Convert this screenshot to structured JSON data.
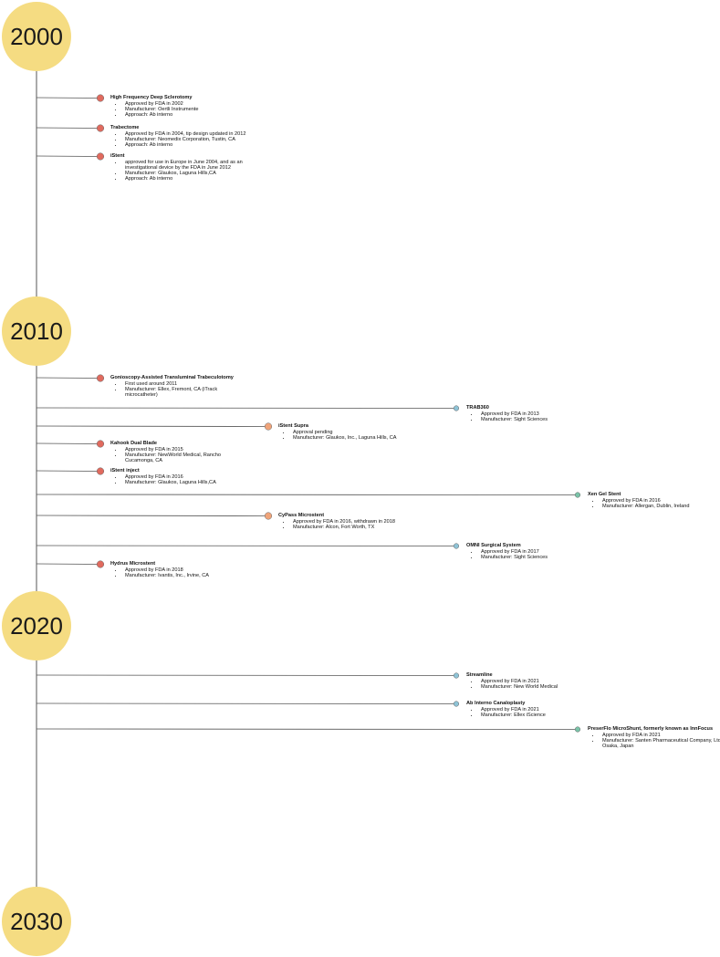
{
  "decades": [
    "2000",
    "2010",
    "2020",
    "2030"
  ],
  "colors": {
    "decade_fill": "#f5dc82",
    "dot_red": "#e06a5e",
    "dot_orange": "#f0a47a",
    "dot_blue": "#8ec3d6",
    "dot_teal": "#7ac3a8",
    "line": "#555555"
  },
  "events": [
    {
      "title": "High Frequency Deep Sclerotomy",
      "color": "red",
      "tier": 1,
      "bullets": [
        "Approved by FDA in 2002",
        "Manufacturer: Oertli Instrumente",
        "Approach: Ab interno"
      ]
    },
    {
      "title": "Trabectome",
      "color": "red",
      "tier": 1,
      "bullets": [
        "Approved by FDA in 2004,  tip design updated in 2012",
        "Manufacturer: Neomedix Corporation, Tustin, CA",
        "Approach: Ab interno"
      ]
    },
    {
      "title": "iStent",
      "color": "red",
      "tier": 1,
      "bullets": [
        "approved for use in Europe in June 2004, and as an investigational device by the FDA in June 2012",
        "Manufacturer: Glaukos, Laguna Hills,CA",
        "Approach: Ab interno"
      ]
    },
    {
      "title": "Gonioscopy-Assisted Transluminal Trabeculotomy",
      "color": "red",
      "tier": 1,
      "bullets": [
        "First used around 2011",
        "Manufacturer: Ellex, Fremont, CA (iTrack microcatheter)"
      ]
    },
    {
      "title": "TRAB360",
      "color": "blue",
      "tier": 3,
      "bullets": [
        "Approved by FDA in 2013",
        "Manufacturer: Sight Sciences"
      ]
    },
    {
      "title": "iStent Supra",
      "color": "orange",
      "tier": 2,
      "bullets": [
        "Approval pending",
        "Manufacturer: Glaukos, Inc., Laguna Hills, CA"
      ]
    },
    {
      "title": "Kahook Dual Blade",
      "color": "red",
      "tier": 1,
      "bullets": [
        "Approved by FDA in 2015",
        "Manufacturer: NewWorld Medical, Rancho Cucamonga, CA"
      ]
    },
    {
      "title": "iStent inject",
      "color": "red",
      "tier": 1,
      "bullets": [
        "Approved by FDA in 2016",
        "Manufacturer: Glaukos, Laguna Hills,CA"
      ]
    },
    {
      "title": "Xen Gel Stent",
      "color": "teal",
      "tier": 4,
      "bullets": [
        "Approved by FDA in 2016",
        "Manufacturer: Allergan, Dublin, Ireland"
      ]
    },
    {
      "title": "CyPass Microstent",
      "color": "orange",
      "tier": 2,
      "bullets": [
        "Approved by FDA in 2016, withdrawn in 2018",
        "Manufacturer: Alcon, Fort Worth, TX"
      ]
    },
    {
      "title": "OMNI Surgical System",
      "color": "blue",
      "tier": 3,
      "bullets": [
        "Approved by FDA in 2017",
        "Manufacturer: Sight Sciences"
      ]
    },
    {
      "title": "Hydrus Microstent",
      "color": "red",
      "tier": 1,
      "bullets": [
        "Approved by FDA in 2018",
        "Manufacturer: Ivantis, Inc., Irvine, CA"
      ]
    },
    {
      "title": "Streamline",
      "color": "blue",
      "tier": 3,
      "bullets": [
        "Approved by FDA in 2021",
        "Manufacturer: New World Medical"
      ]
    },
    {
      "title": "Ab Interno Canaloplasty",
      "color": "blue",
      "tier": 3,
      "bullets": [
        "Approved by FDA in 2021",
        "Manufacturer: Ellex iScience"
      ]
    },
    {
      "title": "PreserFlo MicroShunt, formerly known as InnFocus",
      "color": "teal",
      "tier": 4,
      "bullets": [
        "Approved by FDA in 2021",
        "Manufacturer: Santen Pharmaceutical Company, Ltd., Osaka, Japan"
      ]
    }
  ]
}
